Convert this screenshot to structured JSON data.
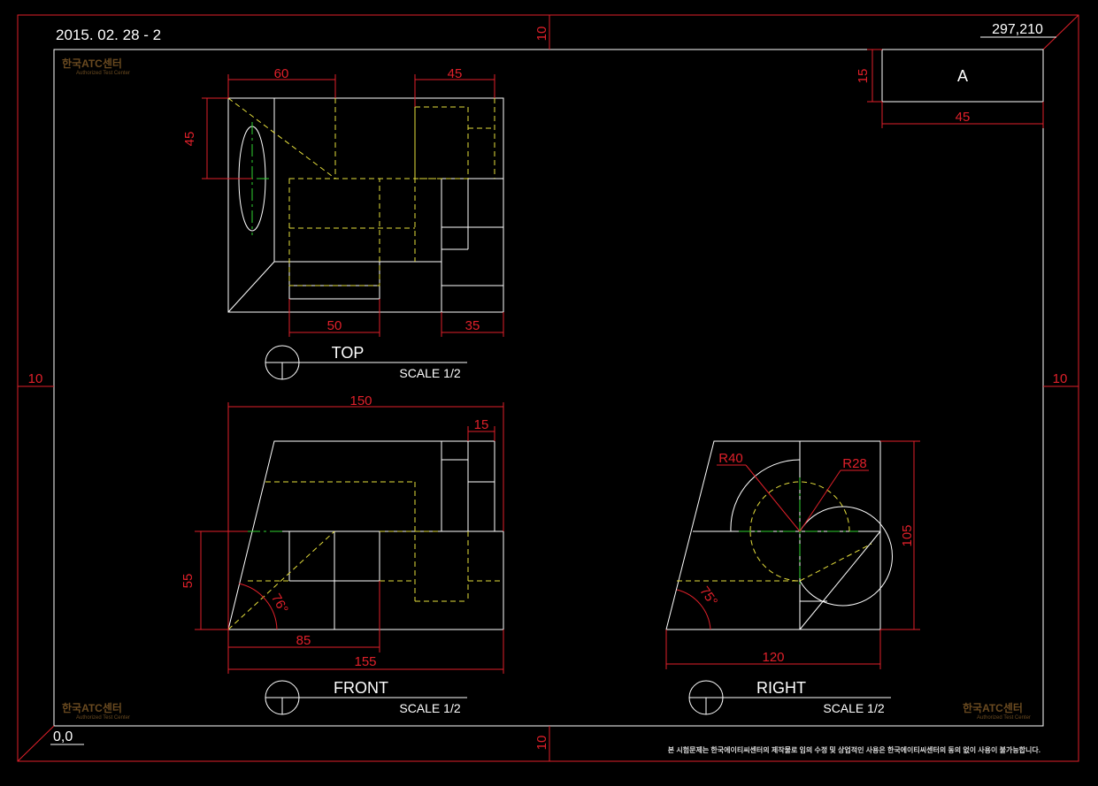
{
  "header": {
    "date_code": "2015. 02. 28 - 2",
    "sheet_size": "297,210",
    "origin": "0,0",
    "title_block_letter": "A",
    "title_block_dim_height": "15",
    "title_block_dim_width": "45"
  },
  "margins": {
    "top": "10",
    "bottom": "10",
    "left": "10",
    "right": "10"
  },
  "views": {
    "top": {
      "label": "TOP",
      "scale": "SCALE 1/2",
      "dims": [
        "60",
        "45",
        "45",
        "50",
        "35"
      ]
    },
    "front": {
      "label": "FRONT",
      "scale": "SCALE 1/2",
      "dims": [
        "150",
        "15",
        "55",
        "85",
        "155"
      ],
      "angle": "76°"
    },
    "right": {
      "label": "RIGHT",
      "scale": "SCALE 1/2",
      "dims": [
        "105",
        "120"
      ],
      "radii": [
        "R40",
        "R28"
      ],
      "angle": "75°"
    }
  },
  "logo": {
    "name": "한국ATC센터",
    "tagline": "Authorized Test Center"
  },
  "footer_notice": "본 시험문제는 한국에이티씨센터의 제작물로 임의 수정 및 상업적인 사용은 한국에이티씨센터의 동의 없이 사용이 불가능합니다.",
  "colors": {
    "background": "#000000",
    "outline": "#ffffff",
    "dimension": "#e0202a",
    "hidden_line": "#e6df3c",
    "center_line": "#2fd12f"
  }
}
